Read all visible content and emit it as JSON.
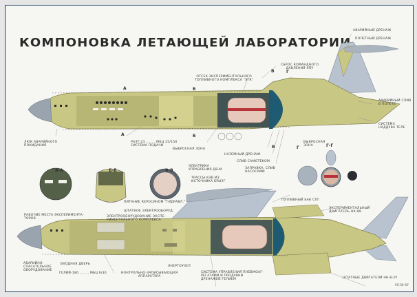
{
  "title": "КОМПОНОВКА ЛЕТАЮЩЕЙ ЛАБОРАТОРИИ",
  "colors": {
    "fuselage": "#c9c784",
    "fuselage_dark": "#9d9b5c",
    "tank": "#e7c9bb",
    "tank_stripe": "#b8323a",
    "bulkhead": "#1f5a73",
    "wing": "#b9c3cf",
    "nose": "#9aa4ae",
    "frame_border": "#1d3b63"
  },
  "top_view_labels": {
    "emergency_drain": "АВАРИЙНЫЙ ДРЕНАЖ",
    "flight_drain": "ПОЛЕТНЫЙ ДРЕНАЖ",
    "command_pressure_release": "СБРОС КОМАНДНОГО\nДАВЛЕНИЯ ЯПУ",
    "fuel_complex_bay": "ОТСЕК ЭКСПЕРИМЕНТАЛЬНОГО\nТОПЛИВНОГО КОМПЛЕКСА \"ЭТК\"",
    "emergency_inflight_dump": "АВАРИЙНЫЙ СЛИВ\nВ ПОЛЕТЕ",
    "pressurization_system": "СИСТЕМА\nНАДДУВА ТЕЛЕ",
    "emergency_exit_hatch": "ЛЮК АВАРИЙНОГО\nПОКИДАНИЯ",
    "gas_supply_system": "РАЗТ-23 ........ МБЦ 25/150\nСИСТЕМА ПОДАЧИ",
    "exhaust_zone_left": "ВЫБРОСНАЯ ЗОНА",
    "exhaust_zone_right": "ВЫБРОСНАЯ\nЗОНА",
    "ground_drain": "НАЗЕМНЫЙ ДРЕНАЖ",
    "gravity_drain": "СЛИВ САМОТЕКОМ",
    "fill_pump_drain": "ЗАПРАВКА, СЛИВ\nНАСОСАМИ"
  },
  "section_marks": {
    "top": [
      "А",
      "Б",
      "В",
      "Г",
      "А",
      "Б",
      "В",
      "Г"
    ],
    "sections": [
      "А-А",
      "Б-Б",
      "В-В",
      "Г-Г"
    ]
  },
  "section_labels": {
    "electrical_control": "ЭЛЕКТРИКА\nУПРАВЛЕНИЯ ДВ-М",
    "vacuum_lines": "ТРАССЫ КЭВ ИЗ\nИСТОЧНИКА БРЫЗГ",
    "kerosene_hydraulic_supply": "ПИТАНИЕ КЕРОСИНОМ \"ГИДРАВЛ.\"",
    "standard_power": "ШТАТНОЕ ЭЛЕКТРООБОРУД.",
    "experimental_power": "ЭЛЕКТРООБОРУДОВАНИЕ ЭКСПЕ-\nРИМЕНТАЛЬНОГО КОМПЛЕКСА",
    "workstations": "РАБОЧИЕ МЕСТА ЭКСПЕРИМЕНТА-\nТОРОВ",
    "lng_fuel_tank": "ТОПЛИВНЫЙ БАК СПГ",
    "experimental_engine": "ЭКСПЕРИМЕНТАЛЬНЫЙ\nДВИГАТЕЛЬ НК-88"
  },
  "bottom_view_labels": {
    "rescue_equipment": "АВАРИЙНО-\nСПАСАТЕЛЬНОЕ\nОБОРУДОВАНИЕ",
    "entry_door": "ВХОДНАЯ ДВЕРЬ",
    "helium": "ГЕЛИЙ-180 ........ МБЦ 6/30",
    "recording_equipment": "КОНТРОЛЬНО-ЗАПИСЫВАЮЩАЯ\nАППАРАТУРА",
    "power_unit": "ЭНЕРГОУЗЕЛ",
    "pneumatic_control": "СИСТЕМА УПРАВЛЕНИЯ ПНЕВМОАГ-\nРЕГАТАМИ И ПРОДУВКИ\nДРЕНАЖЕЙ ГЕЛИЕМ",
    "standard_engines": "ШТАТНЫЕ ДВИГАТЕЛИ НК-8-2у",
    "sheet_code": "ул.56-07"
  }
}
